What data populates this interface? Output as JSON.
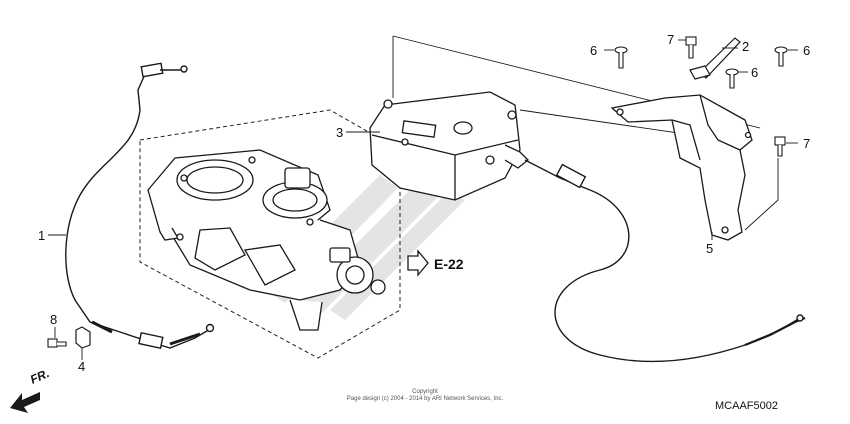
{
  "diagram": {
    "callouts": [
      {
        "id": "c1",
        "label": "1"
      },
      {
        "id": "c2",
        "label": "2"
      },
      {
        "id": "c3",
        "label": "3"
      },
      {
        "id": "c4",
        "label": "4"
      },
      {
        "id": "c5",
        "label": "5"
      },
      {
        "id": "c6a",
        "label": "6"
      },
      {
        "id": "c6b",
        "label": "6"
      },
      {
        "id": "c6c",
        "label": "6"
      },
      {
        "id": "c7a",
        "label": "7"
      },
      {
        "id": "c7b",
        "label": "7"
      },
      {
        "id": "c8",
        "label": "8"
      }
    ],
    "reference_label": "E-22",
    "direction_label": "FR.",
    "drawing_code": "MCAAF5002",
    "copyright_line1": "Copyright",
    "copyright_line2": "Page design (c) 2004 - 2014 by ARI Network Services, Inc."
  },
  "colors": {
    "line": "#1a1a1a",
    "watermark": "#e6e6e6"
  }
}
